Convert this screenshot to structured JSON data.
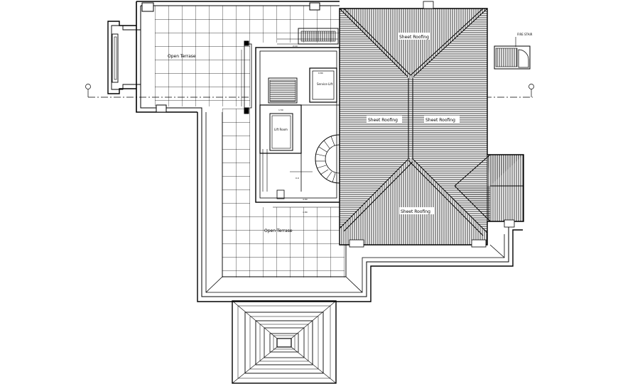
{
  "labels": {
    "open_terrace_top": "Open Terrase",
    "open_terrace_bottom": "Open Terrase",
    "sheet_roofing_top": "Sheet Roofing",
    "sheet_roofing_left": "Sheet Roofing",
    "sheet_roofing_right": "Sheet Roofing",
    "sheet_roofing_bottom": "Sheet Roofing",
    "service_lift": "Service Lift",
    "lift_room": "Lift Room",
    "fire_stair": "FIRE STAIR"
  },
  "colors": {
    "line": "#000000",
    "background": "#ffffff"
  }
}
